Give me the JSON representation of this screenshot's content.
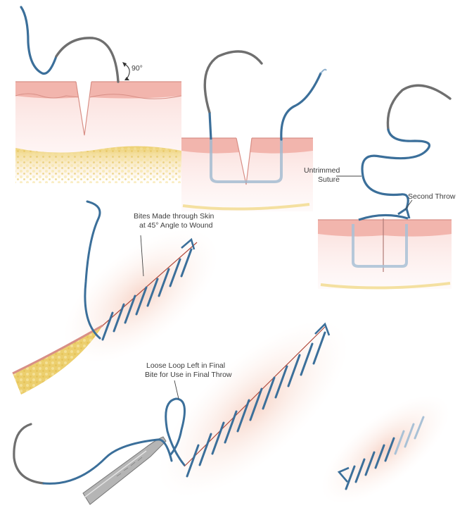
{
  "figure": {
    "angle_label": "90°",
    "labels": {
      "untrimmed_line1": "Untrimmed",
      "untrimmed_line2": "Suture",
      "second_throw": "Second Throw",
      "bites_line1": "Bites Made through Skin",
      "bites_line2": "at 45° Angle to Wound",
      "loop_line1": "Loose Loop Left in Final",
      "loop_line2": "Bite for Use in Final Throw"
    },
    "colors": {
      "suture": "#3b6f9a",
      "needle": "#6f6f6f",
      "epidermis": "#f2b5ad",
      "dermis": "#fbe0dd",
      "fat": "#f0d57a",
      "wound_line": "#c0392b",
      "instrument": "#b5b5b5"
    }
  }
}
